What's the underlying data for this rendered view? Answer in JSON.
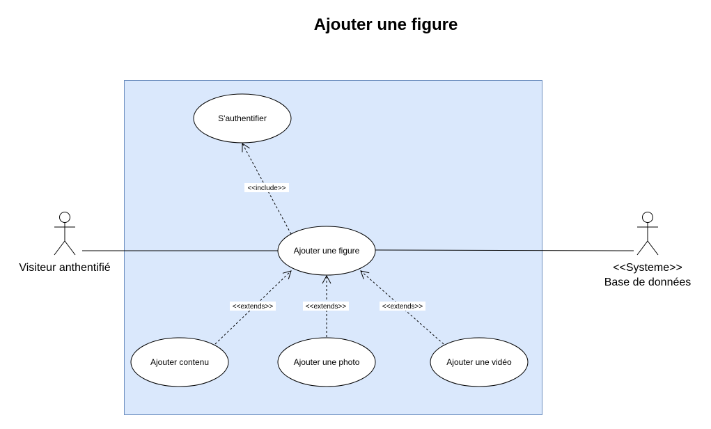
{
  "title": "Ajouter une figure",
  "colors": {
    "system_fill": "#dae8fc",
    "system_stroke": "#6c8ebf",
    "line": "#000000",
    "usecase_fill": "#ffffff"
  },
  "actors": {
    "visitor": "Visiteur anthentifié",
    "system_stereotype": "<<Systeme>>",
    "system_name": "Base de données"
  },
  "use_cases": {
    "authenticate": "S'authentifier",
    "add_figure": "Ajouter une figure",
    "add_content": "Ajouter contenu",
    "add_photo": "Ajouter une photo",
    "add_video": "Ajouter une vidéo"
  },
  "relations": {
    "include": "<<include>>",
    "extends_content": "<<extends>>",
    "extends_photo": "<<extends>>",
    "extends_video": "<<extends>>"
  }
}
